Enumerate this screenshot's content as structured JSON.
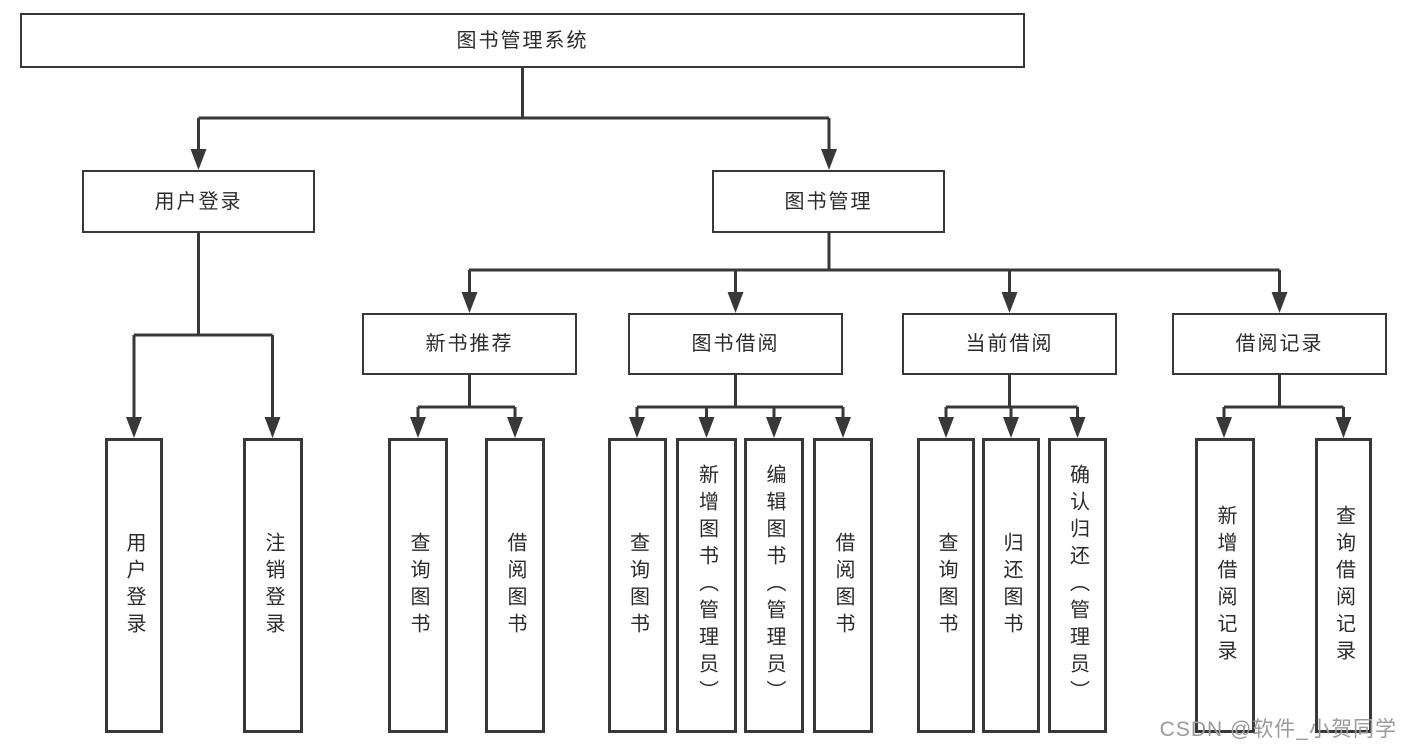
{
  "diagram": {
    "root": "图书管理系统",
    "level2": {
      "user_login": "用户登录",
      "book_mgmt": "图书管理"
    },
    "level3": {
      "new_books": "新书推荐",
      "book_borrow": "图书借阅",
      "current_borrow": "当前借阅",
      "borrow_records": "借阅记录"
    },
    "leaves": {
      "login": "用户登录",
      "logout": "注销登录",
      "nb_query": "查询图书",
      "nb_borrow": "借阅图书",
      "bb_query": "查询图书",
      "bb_add": "新增图书（管理员）",
      "bb_edit": "编辑图书（管理员）",
      "bb_borrow": "借阅图书",
      "cb_query": "查询图书",
      "cb_return": "归还图书",
      "cb_confirm": "确认归还（管理员）",
      "br_add": "新增借阅记录",
      "br_query": "查询借阅记录"
    }
  },
  "watermark": "CSDN @软件_小贺同学",
  "colors": {
    "line": "#383838",
    "text": "#2b2b2b",
    "watermark": "#9a9a9a",
    "background": "#ffffff"
  }
}
